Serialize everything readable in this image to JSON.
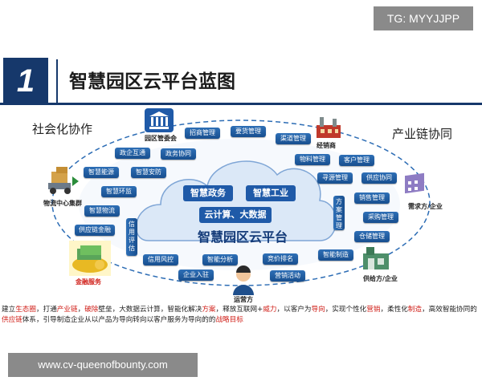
{
  "watermark_top": "TG: MYYJJPP",
  "watermark_bottom": "www.cv-queenofbounty.com",
  "header": {
    "number": "1",
    "title": "智慧园区云平台蓝图"
  },
  "side_labels": {
    "left": "社会化协作",
    "right": "产业链协同"
  },
  "core": {
    "title": "智慧园区云平台",
    "modules": [
      "智慧政务",
      "智慧工业",
      "云计算、大数据"
    ]
  },
  "nodes": {
    "park_committee": "园区管委会",
    "brokers": "经销商",
    "logistics": "物流中心集群",
    "demand": "需求方/企业",
    "finance": "金融服务",
    "supply": "供给方/企业",
    "operator": "运营方"
  },
  "services": {
    "zhaoshang": "招商管理",
    "yaohuo": "要货管理",
    "qudao": "渠道管理",
    "zhengqi": "政企互通",
    "zhengwu": "政务协同",
    "wuliao": "物料管理",
    "kehu": "客户管理",
    "nengyuan": "智慧能源",
    "anfang": "智慧安防",
    "xunyuan": "寻源管理",
    "gongying": "供应协同",
    "huanjian": "智慧环监",
    "xiaoshou": "销售管理",
    "fangan": "方案管理",
    "wuliu": "智慧物流",
    "caigou": "采购管理",
    "gongyinglian_jr": "供应链金融",
    "xinyong": "信用评估",
    "cangchu": "仓储管理",
    "fengkong": "信用风控",
    "fenxi": "智能分析",
    "jingjia": "竞价排名",
    "zhizao": "智能制造",
    "ruzhu": "企业入驻",
    "yingxiao": "营销活动"
  },
  "description": {
    "p1": "建立",
    "r1": "生态圈",
    "p2": "，打通",
    "r2": "产业链",
    "p3": "，",
    "r3": "破除",
    "p4": "壁垒，大数据云计算，智能化解决",
    "r4": "方案",
    "p5": "，释放互联网+",
    "r5": "威力",
    "p6": "，以客户为",
    "r6": "导向",
    "p7": "，实现个性化",
    "r7": "营销",
    "p8": "，柔性化",
    "r8": "制造",
    "p9": "，高效智能协同的",
    "r9": "供应链",
    "p10": "体系，引导制造企业从以产品为导向转向以客户服务为导向的的",
    "r10": "战略目标"
  },
  "colors": {
    "primary": "#16386b",
    "pill": "#1f5aa8",
    "accent_red": "#d0201a",
    "cloud": "#dbe8f7"
  }
}
